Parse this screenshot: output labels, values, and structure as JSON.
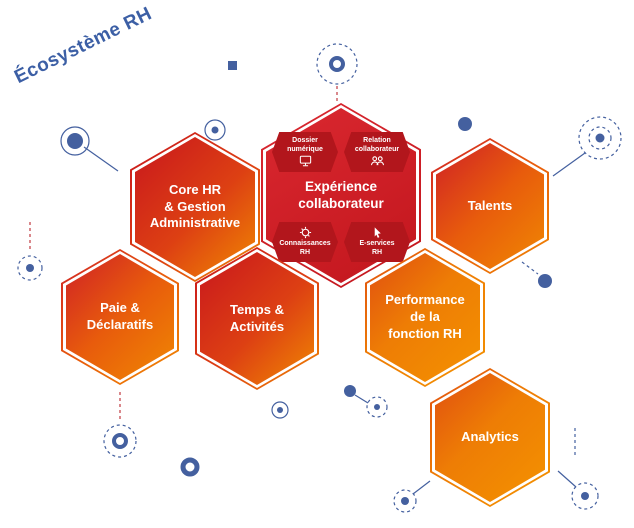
{
  "title": "Écosystème RH",
  "colors": {
    "red": "#d2232a",
    "darkRed": "#b2161c",
    "orange": "#f08802",
    "navy": "#44609f",
    "titleBlue": "#3c5fa5"
  },
  "hexes": [
    {
      "id": "core-hr",
      "label": "Core HR\n& Gestion\nAdministrative"
    },
    {
      "id": "talents",
      "label": "Talents"
    },
    {
      "id": "paie",
      "label": "Paie &\nDéclaratifs"
    },
    {
      "id": "temps",
      "label": "Temps &\nActivités"
    },
    {
      "id": "performance",
      "label": "Performance\nde la\nfonction RH"
    },
    {
      "id": "analytics",
      "label": "Analytics"
    }
  ],
  "center": {
    "title": "Expérience\ncollaborateur",
    "badges": [
      {
        "label": "Dossier\nnumérique",
        "icon": "monitor-icon"
      },
      {
        "label": "Relation\ncollaborateur",
        "icon": "people-icon"
      },
      {
        "label": "Connaissances\nRH",
        "icon": "knowledge-icon"
      },
      {
        "label": "E-services\nRH",
        "icon": "e-services-icon"
      }
    ]
  }
}
